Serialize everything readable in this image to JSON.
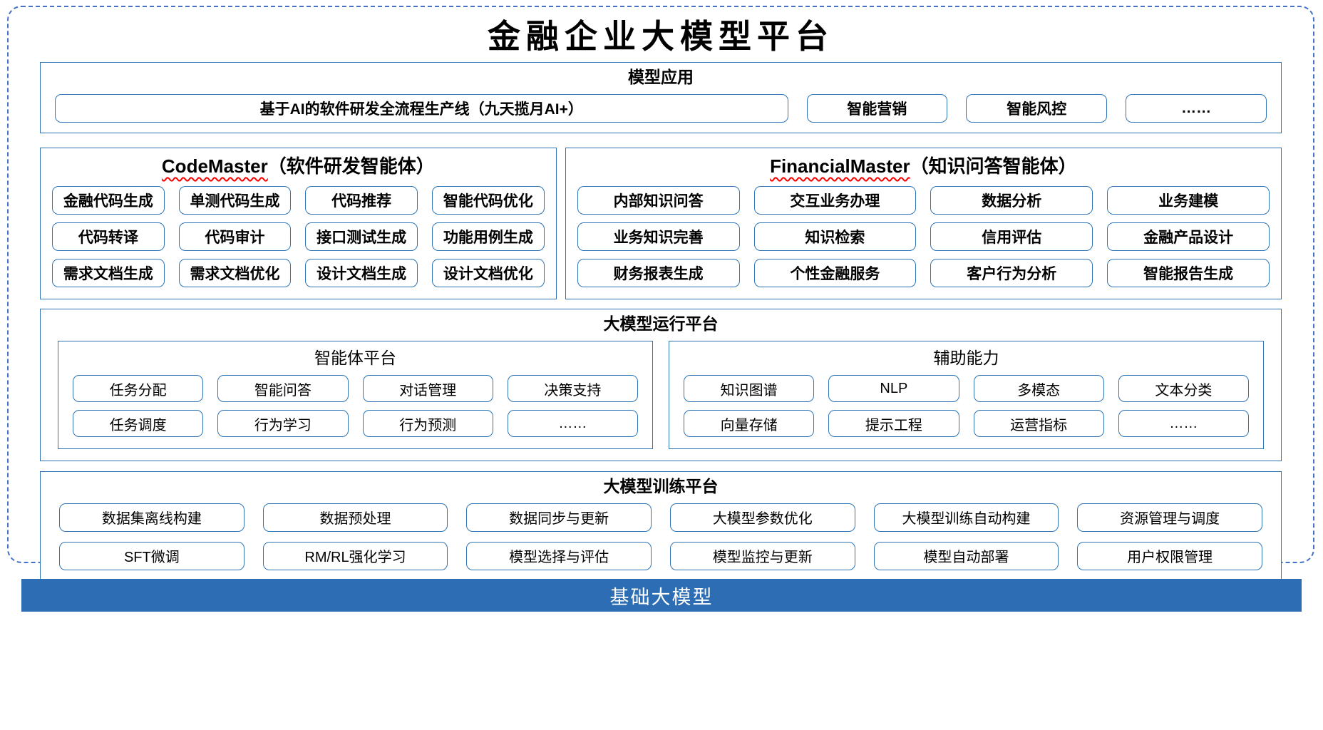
{
  "title": "金融企业大模型平台",
  "colors": {
    "box_border": "#2e75b6",
    "dashed_border": "#4472c4",
    "foundation_bar": "#2d6db3",
    "wavy_underline": "#ff0000"
  },
  "model_app": {
    "header": "模型应用",
    "main_item": "基于AI的软件研发全流程生产线（九天揽月AI+）",
    "items": [
      "智能营销",
      "智能风控",
      "……"
    ]
  },
  "code_master": {
    "title_en": "CodeMaster",
    "title_zh": "（软件研发智能体）",
    "items": [
      "金融代码生成",
      "单测代码生成",
      "代码推荐",
      "智能代码优化",
      "代码转译",
      "代码审计",
      "接口测试生成",
      "功能用例生成",
      "需求文档生成",
      "需求文档优化",
      "设计文档生成",
      "设计文档优化"
    ]
  },
  "financial_master": {
    "title_en": "FinancialMaster",
    "title_zh": "（知识问答智能体）",
    "items": [
      "内部知识问答",
      "交互业务办理",
      "数据分析",
      "业务建模",
      "业务知识完善",
      "知识检索",
      "信用评估",
      "金融产品设计",
      "财务报表生成",
      "个性金融服务",
      "客户行为分析",
      "智能报告生成"
    ]
  },
  "runtime_platform": {
    "header": "大模型运行平台",
    "agent_platform": {
      "header": "智能体平台",
      "items": [
        "任务分配",
        "智能问答",
        "对话管理",
        "决策支持",
        "任务调度",
        "行为学习",
        "行为预测",
        "……"
      ]
    },
    "auxiliary": {
      "header": "辅助能力",
      "items": [
        "知识图谱",
        "NLP",
        "多模态",
        "文本分类",
        "向量存储",
        "提示工程",
        "运营指标",
        "……"
      ]
    }
  },
  "training_platform": {
    "header": "大模型训练平台",
    "items": [
      "数据集离线构建",
      "数据预处理",
      "数据同步与更新",
      "大模型参数优化",
      "大模型训练自动构建",
      "资源管理与调度",
      "SFT微调",
      "RM/RL强化学习",
      "模型选择与评估",
      "模型监控与更新",
      "模型自动部署",
      "用户权限管理"
    ]
  },
  "foundation": {
    "label": "基础大模型"
  }
}
